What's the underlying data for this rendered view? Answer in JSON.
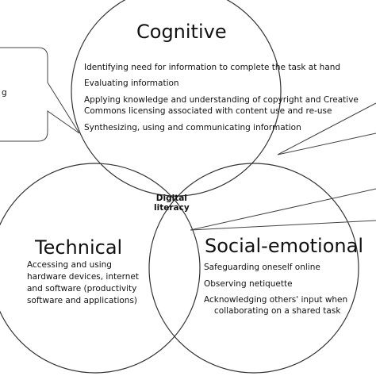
{
  "cognitive": {
    "title": "Cognitive",
    "items": [
      "Identifying need for information to complete the task at hand",
      "Evaluating information",
      "Applying knowledge and understanding of copyright and Creative",
      "Commons licensing associated with content use and re-use",
      "Synthesizing, using and communicating information"
    ]
  },
  "technical": {
    "title": "Technical",
    "items": [
      "Accessing and using",
      "hardware devices, internet",
      "and software (productivity",
      "software and applications)"
    ]
  },
  "social_emotional": {
    "title": "Social-emotional",
    "items": [
      "Safeguarding oneself online",
      "Observing netiquette",
      "Acknowledging others' input when",
      "collaborating on a shared task"
    ]
  },
  "center": {
    "line1": "Digital",
    "line2": "literacy"
  },
  "left_callout": {
    "text": "g"
  }
}
